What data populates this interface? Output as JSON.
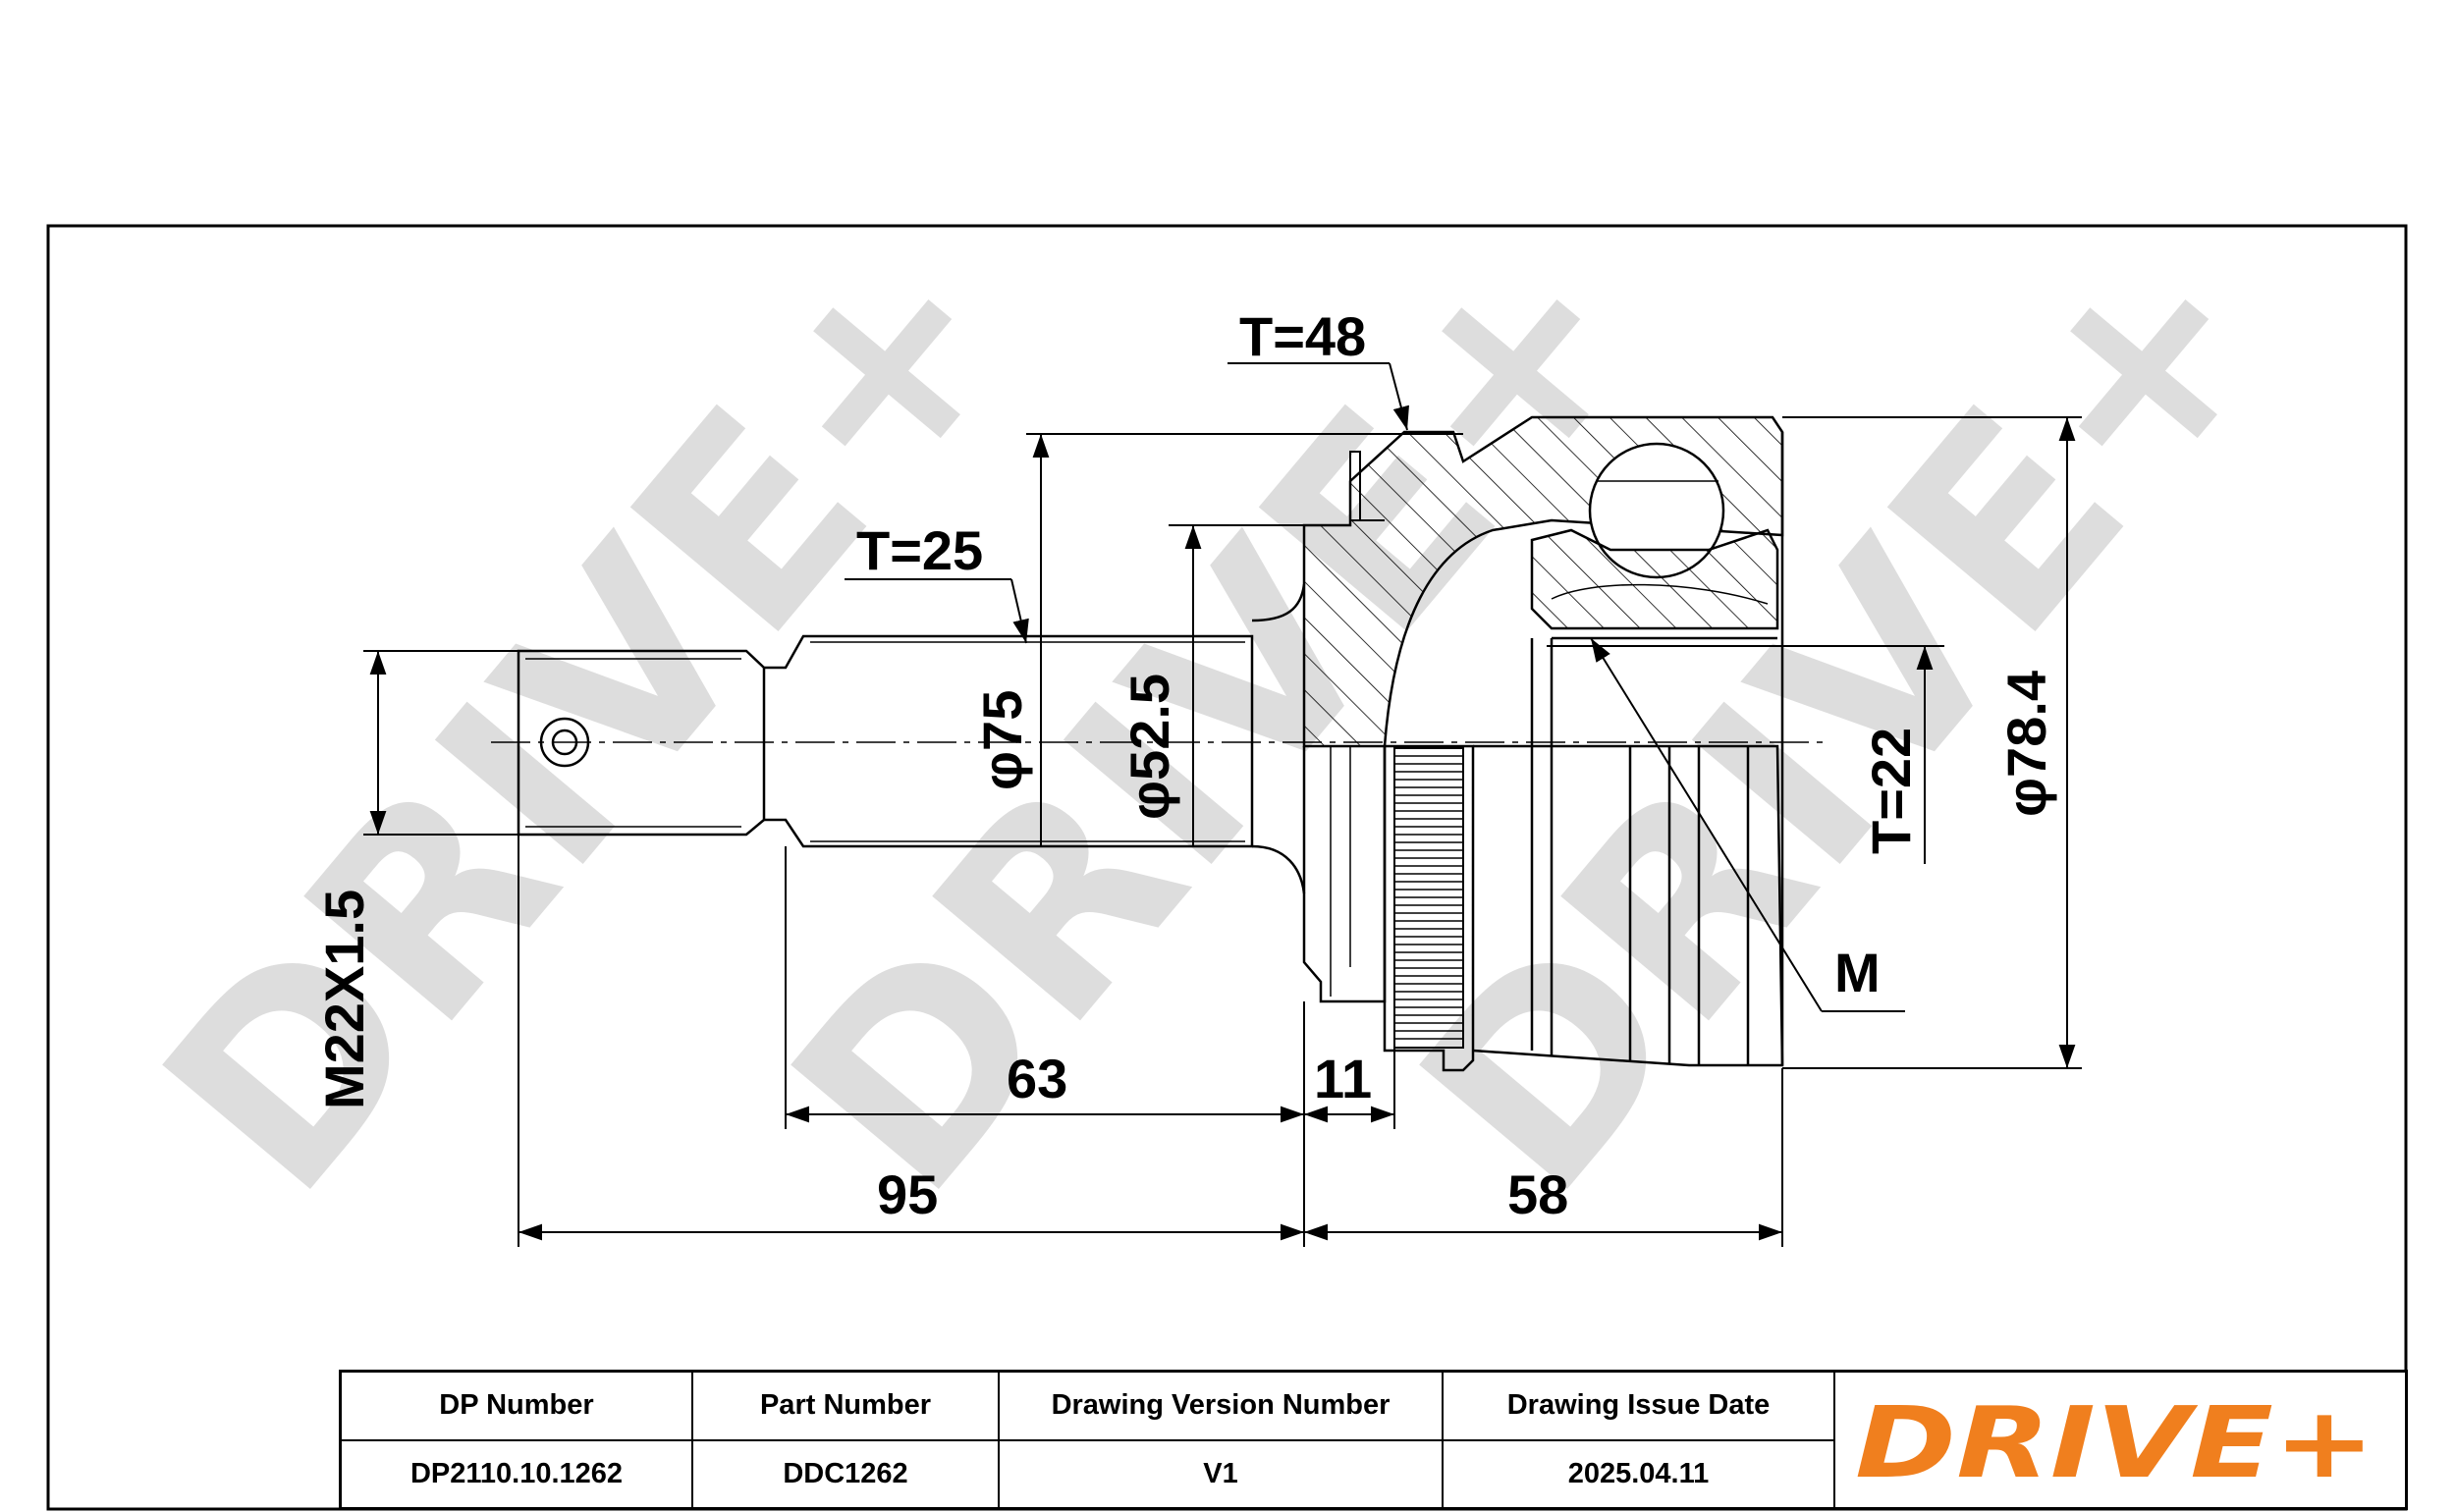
{
  "dimensions": {
    "t48": "T=48",
    "t25": "T=25",
    "t22": "T=22",
    "d75": "φ75",
    "d52_5": "φ52.5",
    "d78_4": "φ78.4",
    "thread": "M22X1.5",
    "m": "M",
    "l63": "63",
    "l11": "11",
    "l95": "95",
    "l58": "58"
  },
  "watermark": "DRIVE+",
  "title_block": {
    "headers": [
      "DP Number",
      "Part Number",
      "Drawing Version Number",
      "Drawing Issue Date"
    ],
    "values": [
      "DP2110.10.1262",
      "DDC1262",
      "V1",
      "2025.04.11"
    ]
  },
  "logo": {
    "text": "DRIVE+",
    "color": "#F07F1E"
  },
  "colors": {
    "line": "#000000",
    "watermark": "#000000",
    "brand": "#F07F1E"
  }
}
